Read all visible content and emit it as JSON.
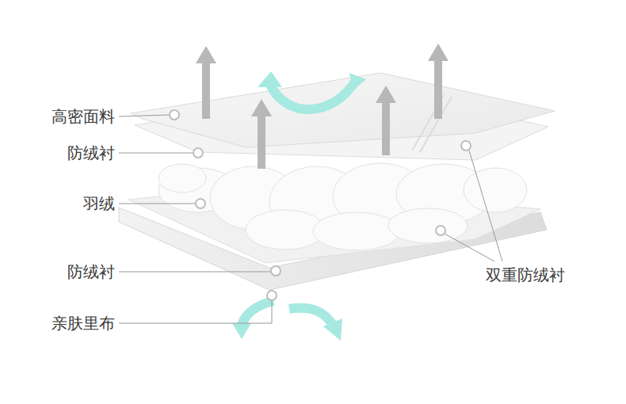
{
  "diagram": {
    "labels": [
      "高密面料",
      "防绒衬",
      "羽绒",
      "防绒衬",
      "亲肤里布",
      "双重防绒衬"
    ]
  }
}
